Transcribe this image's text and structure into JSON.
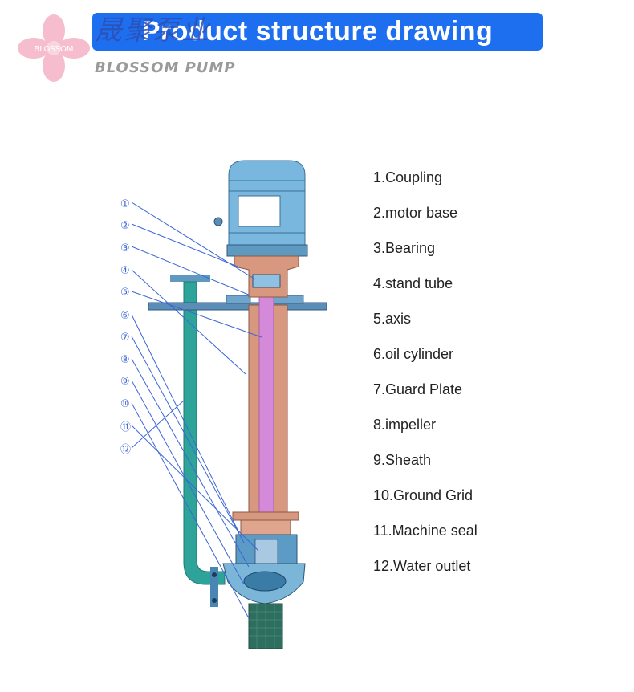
{
  "brand": {
    "name_cn": "晟聚泵业",
    "name_en": "BLOSSOM PUMP",
    "logo_text": "BLOSSOM",
    "logo_color": "#f3b3c6"
  },
  "banner": {
    "title": "Product structure drawing",
    "color": "#1e6ff0"
  },
  "diagram": {
    "callouts": [
      "①",
      "②",
      "③",
      "④",
      "⑤",
      "⑥",
      "⑦",
      "⑧",
      "⑨",
      "⑩",
      "⑪",
      "⑫"
    ],
    "leader_color": "#3c66d8",
    "motor_color": "#7ab7df",
    "tube_color": "#d7987f",
    "shaft_color": "#d48ad8",
    "outlet_color": "#2ea39a"
  },
  "parts": [
    "1.Coupling",
    "2.motor base",
    "3.Bearing",
    "4.stand tube",
    "5.axis",
    "6.oil cylinder",
    "7.Guard Plate",
    "8.impeller",
    "9.Sheath",
    "10.Ground Grid",
    "11.Machine seal",
    "12.Water outlet"
  ]
}
